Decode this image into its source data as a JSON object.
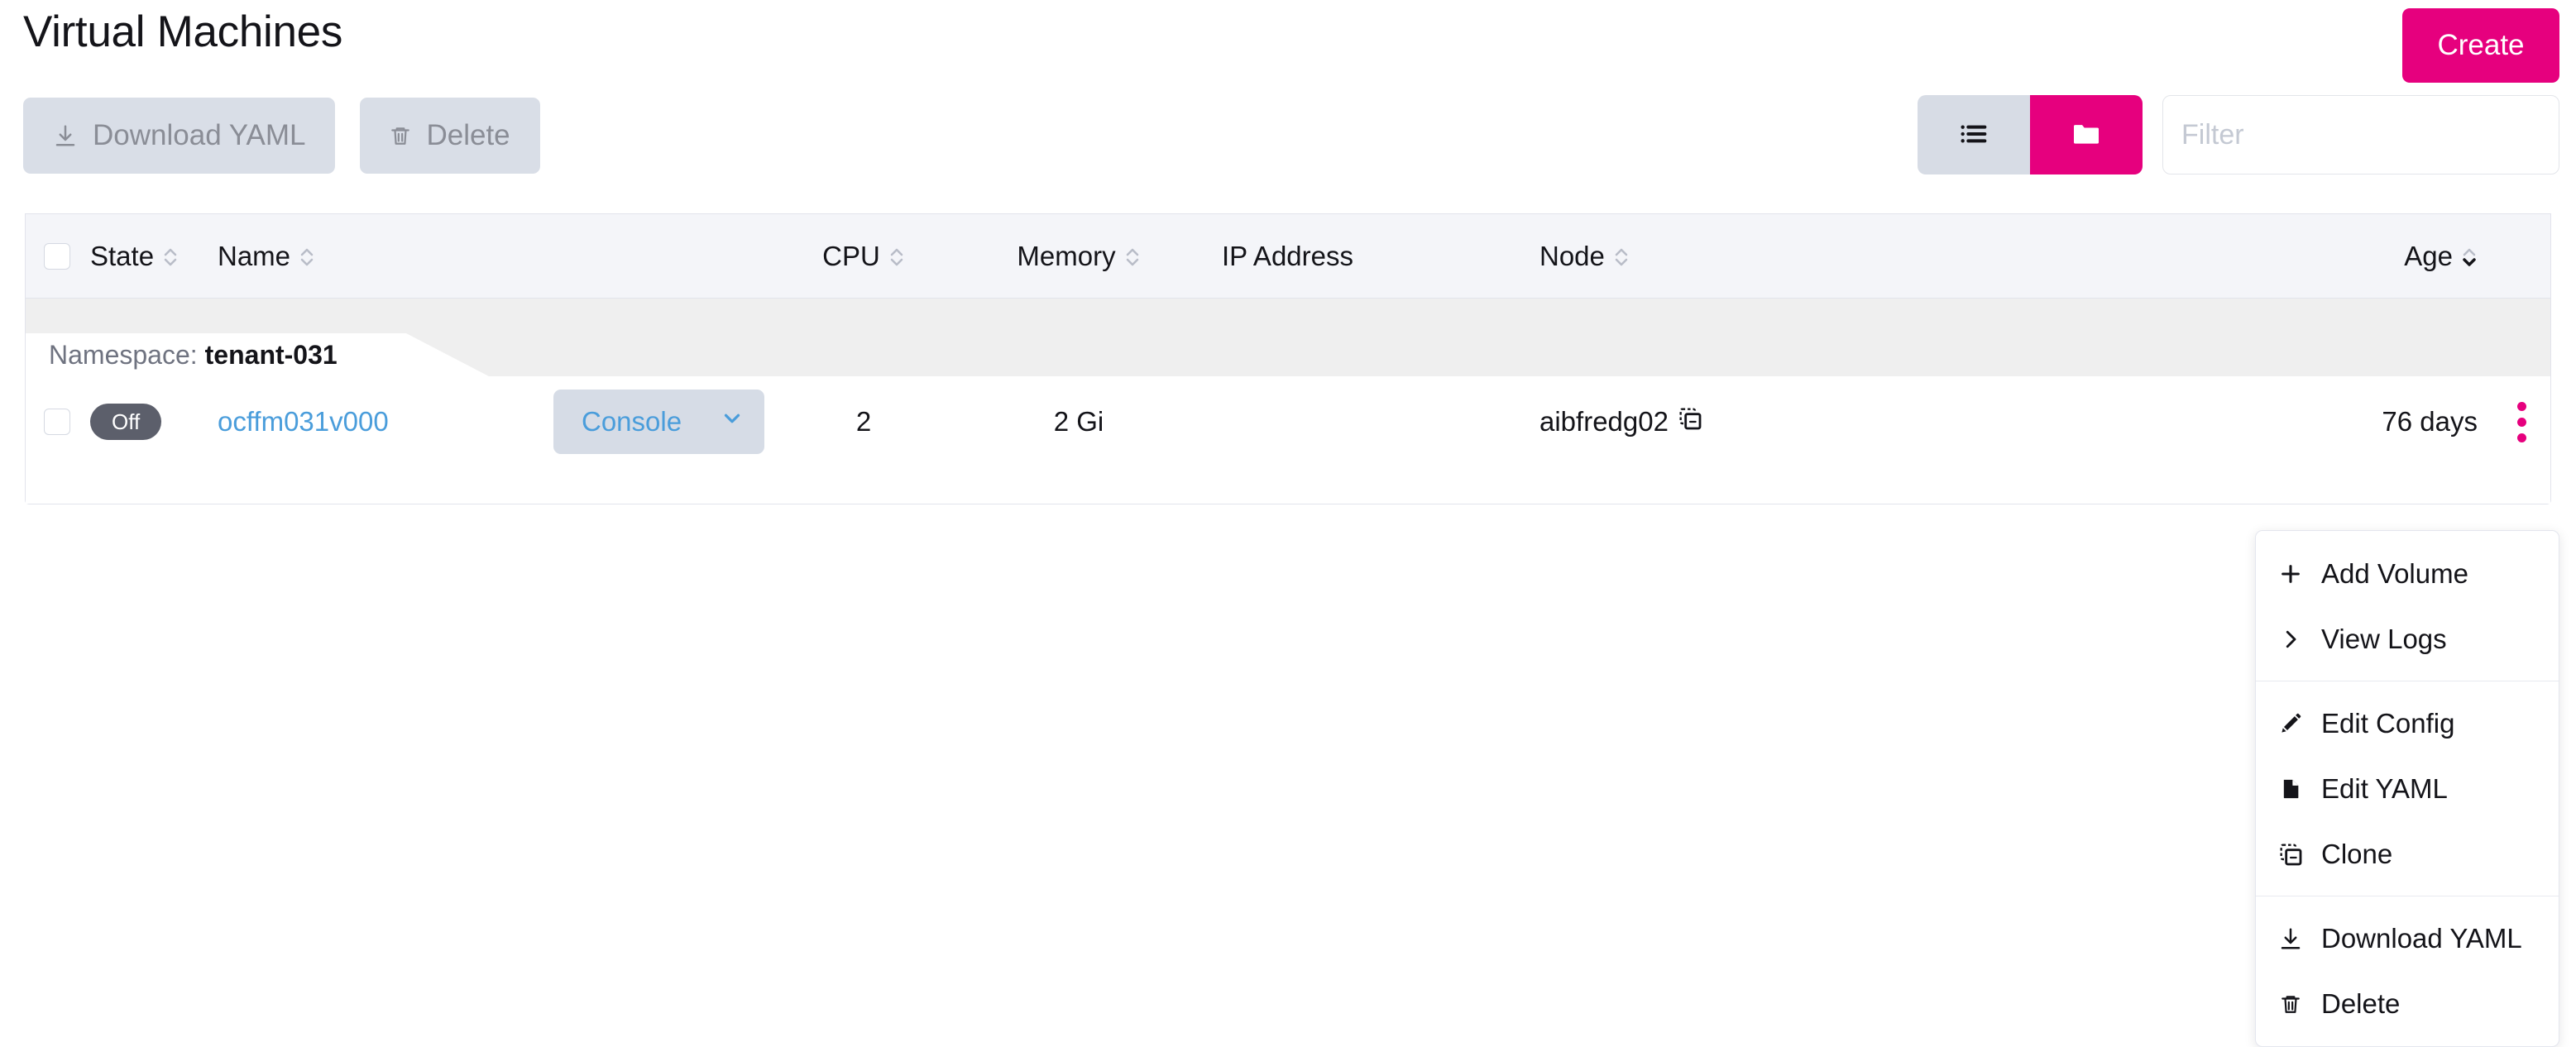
{
  "header": {
    "title": "Virtual Machines",
    "create_label": "Create"
  },
  "toolbar": {
    "download_yaml_label": "Download YAML",
    "delete_label": "Delete",
    "download_yaml_icon": "download-icon",
    "delete_icon": "trash-icon"
  },
  "view_toggle": {
    "list_icon": "list-view-icon",
    "group_icon": "folder-view-icon",
    "active": "group"
  },
  "search": {
    "placeholder": "Filter",
    "value": ""
  },
  "table": {
    "columns": [
      {
        "key": "check",
        "label": "",
        "sortable": false
      },
      {
        "key": "state",
        "label": "State",
        "sortable": true,
        "sort": "none"
      },
      {
        "key": "name",
        "label": "Name",
        "sortable": true,
        "sort": "none"
      },
      {
        "key": "console",
        "label": "",
        "sortable": false
      },
      {
        "key": "cpu",
        "label": "CPU",
        "sortable": true,
        "sort": "none"
      },
      {
        "key": "memory",
        "label": "Memory",
        "sortable": true,
        "sort": "none"
      },
      {
        "key": "ip",
        "label": "IP Address",
        "sortable": false
      },
      {
        "key": "node",
        "label": "Node",
        "sortable": true,
        "sort": "none"
      },
      {
        "key": "age",
        "label": "Age",
        "sortable": true,
        "sort": "desc"
      }
    ],
    "groups": [
      {
        "namespace_label": "Namespace:",
        "namespace_value": "tenant-031",
        "rows": [
          {
            "state": "Off",
            "name": "ocffm031v000",
            "console_label": "Console",
            "cpu": "2",
            "memory": "2 Gi",
            "ip": "",
            "node": "aibfredg02",
            "node_copy_icon": "copy-icon",
            "age": "76 days"
          }
        ]
      }
    ]
  },
  "context_menu": {
    "visible": true,
    "sections": [
      {
        "items": [
          {
            "label": "Add Volume",
            "icon": "plus-icon"
          },
          {
            "label": "View Logs",
            "icon": "chevron-right-icon"
          }
        ]
      },
      {
        "items": [
          {
            "label": "Edit Config",
            "icon": "pencil-icon"
          },
          {
            "label": "Edit YAML",
            "icon": "file-icon"
          },
          {
            "label": "Clone",
            "icon": "copy-icon"
          }
        ]
      },
      {
        "items": [
          {
            "label": "Download YAML",
            "icon": "download-icon"
          },
          {
            "label": "Delete",
            "icon": "trash-icon"
          }
        ]
      }
    ]
  },
  "colors": {
    "accent": "#E6007E",
    "link": "#4A9DDB",
    "state_off_bg": "#5C5F6B",
    "muted_btn_bg": "#D9DEE7",
    "header_row_bg": "#F4F5F9",
    "group_band_bg": "#EFEFEF"
  }
}
